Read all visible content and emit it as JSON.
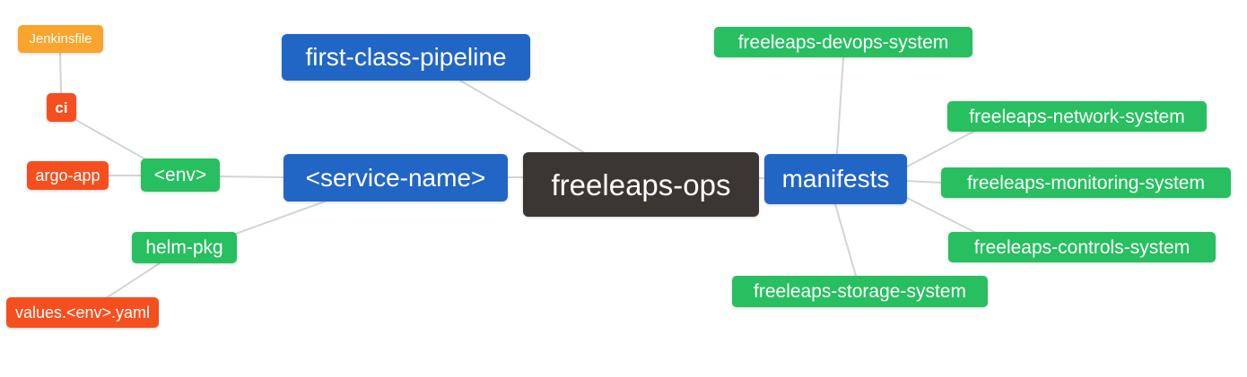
{
  "diagram": {
    "type": "mindmap",
    "root_label": "freeleaps-ops",
    "palette": {
      "blue": "#2266c5",
      "green": "#27bf60",
      "red": "#f64f1f",
      "orange": "#f9a42d",
      "dark": "#3c3633",
      "edge_line": "#d4d4d4",
      "background": "#ffffff",
      "text": "#ffffff"
    },
    "nodes": [
      {
        "id": "jenkinsfile",
        "label": "Jenkinsfile",
        "color": "#f9a42d"
      },
      {
        "id": "ci",
        "label": "ci",
        "color": "#f64f1f"
      },
      {
        "id": "argo-app",
        "label": "argo-app",
        "color": "#f64f1f"
      },
      {
        "id": "env",
        "label": "<env>",
        "color": "#27bf60"
      },
      {
        "id": "helm-pkg",
        "label": "helm-pkg",
        "color": "#27bf60"
      },
      {
        "id": "values-env-yaml",
        "label": "values.<env>.yaml",
        "color": "#f64f1f"
      },
      {
        "id": "first-class-pipeline",
        "label": "first-class-pipeline",
        "color": "#2266c5"
      },
      {
        "id": "service-name",
        "label": "<service-name>",
        "color": "#2266c5"
      },
      {
        "id": "freeleaps-ops",
        "label": "freeleaps-ops",
        "color": "#3c3633"
      },
      {
        "id": "manifests",
        "label": "manifests",
        "color": "#2266c5"
      },
      {
        "id": "freeleaps-devops-system",
        "label": "freeleaps-devops-system",
        "color": "#27bf60"
      },
      {
        "id": "freeleaps-network-system",
        "label": "freeleaps-network-system",
        "color": "#27bf60"
      },
      {
        "id": "freeleaps-monitoring-system",
        "label": "freeleaps-monitoring-system",
        "color": "#27bf60"
      },
      {
        "id": "freeleaps-controls-system",
        "label": "freeleaps-controls-system",
        "color": "#27bf60"
      },
      {
        "id": "freeleaps-storage-system",
        "label": "freeleaps-storage-system",
        "color": "#27bf60"
      }
    ],
    "edges": [
      {
        "from": "jenkinsfile",
        "to": "ci"
      },
      {
        "from": "ci",
        "to": "env"
      },
      {
        "from": "argo-app",
        "to": "env"
      },
      {
        "from": "env",
        "to": "service-name"
      },
      {
        "from": "helm-pkg",
        "to": "service-name"
      },
      {
        "from": "values-env-yaml",
        "to": "helm-pkg"
      },
      {
        "from": "first-class-pipeline",
        "to": "freeleaps-ops"
      },
      {
        "from": "service-name",
        "to": "freeleaps-ops"
      },
      {
        "from": "freeleaps-ops",
        "to": "manifests"
      },
      {
        "from": "manifests",
        "to": "freeleaps-devops-system"
      },
      {
        "from": "manifests",
        "to": "freeleaps-network-system"
      },
      {
        "from": "manifests",
        "to": "freeleaps-monitoring-system"
      },
      {
        "from": "manifests",
        "to": "freeleaps-controls-system"
      },
      {
        "from": "manifests",
        "to": "freeleaps-storage-system"
      }
    ]
  }
}
